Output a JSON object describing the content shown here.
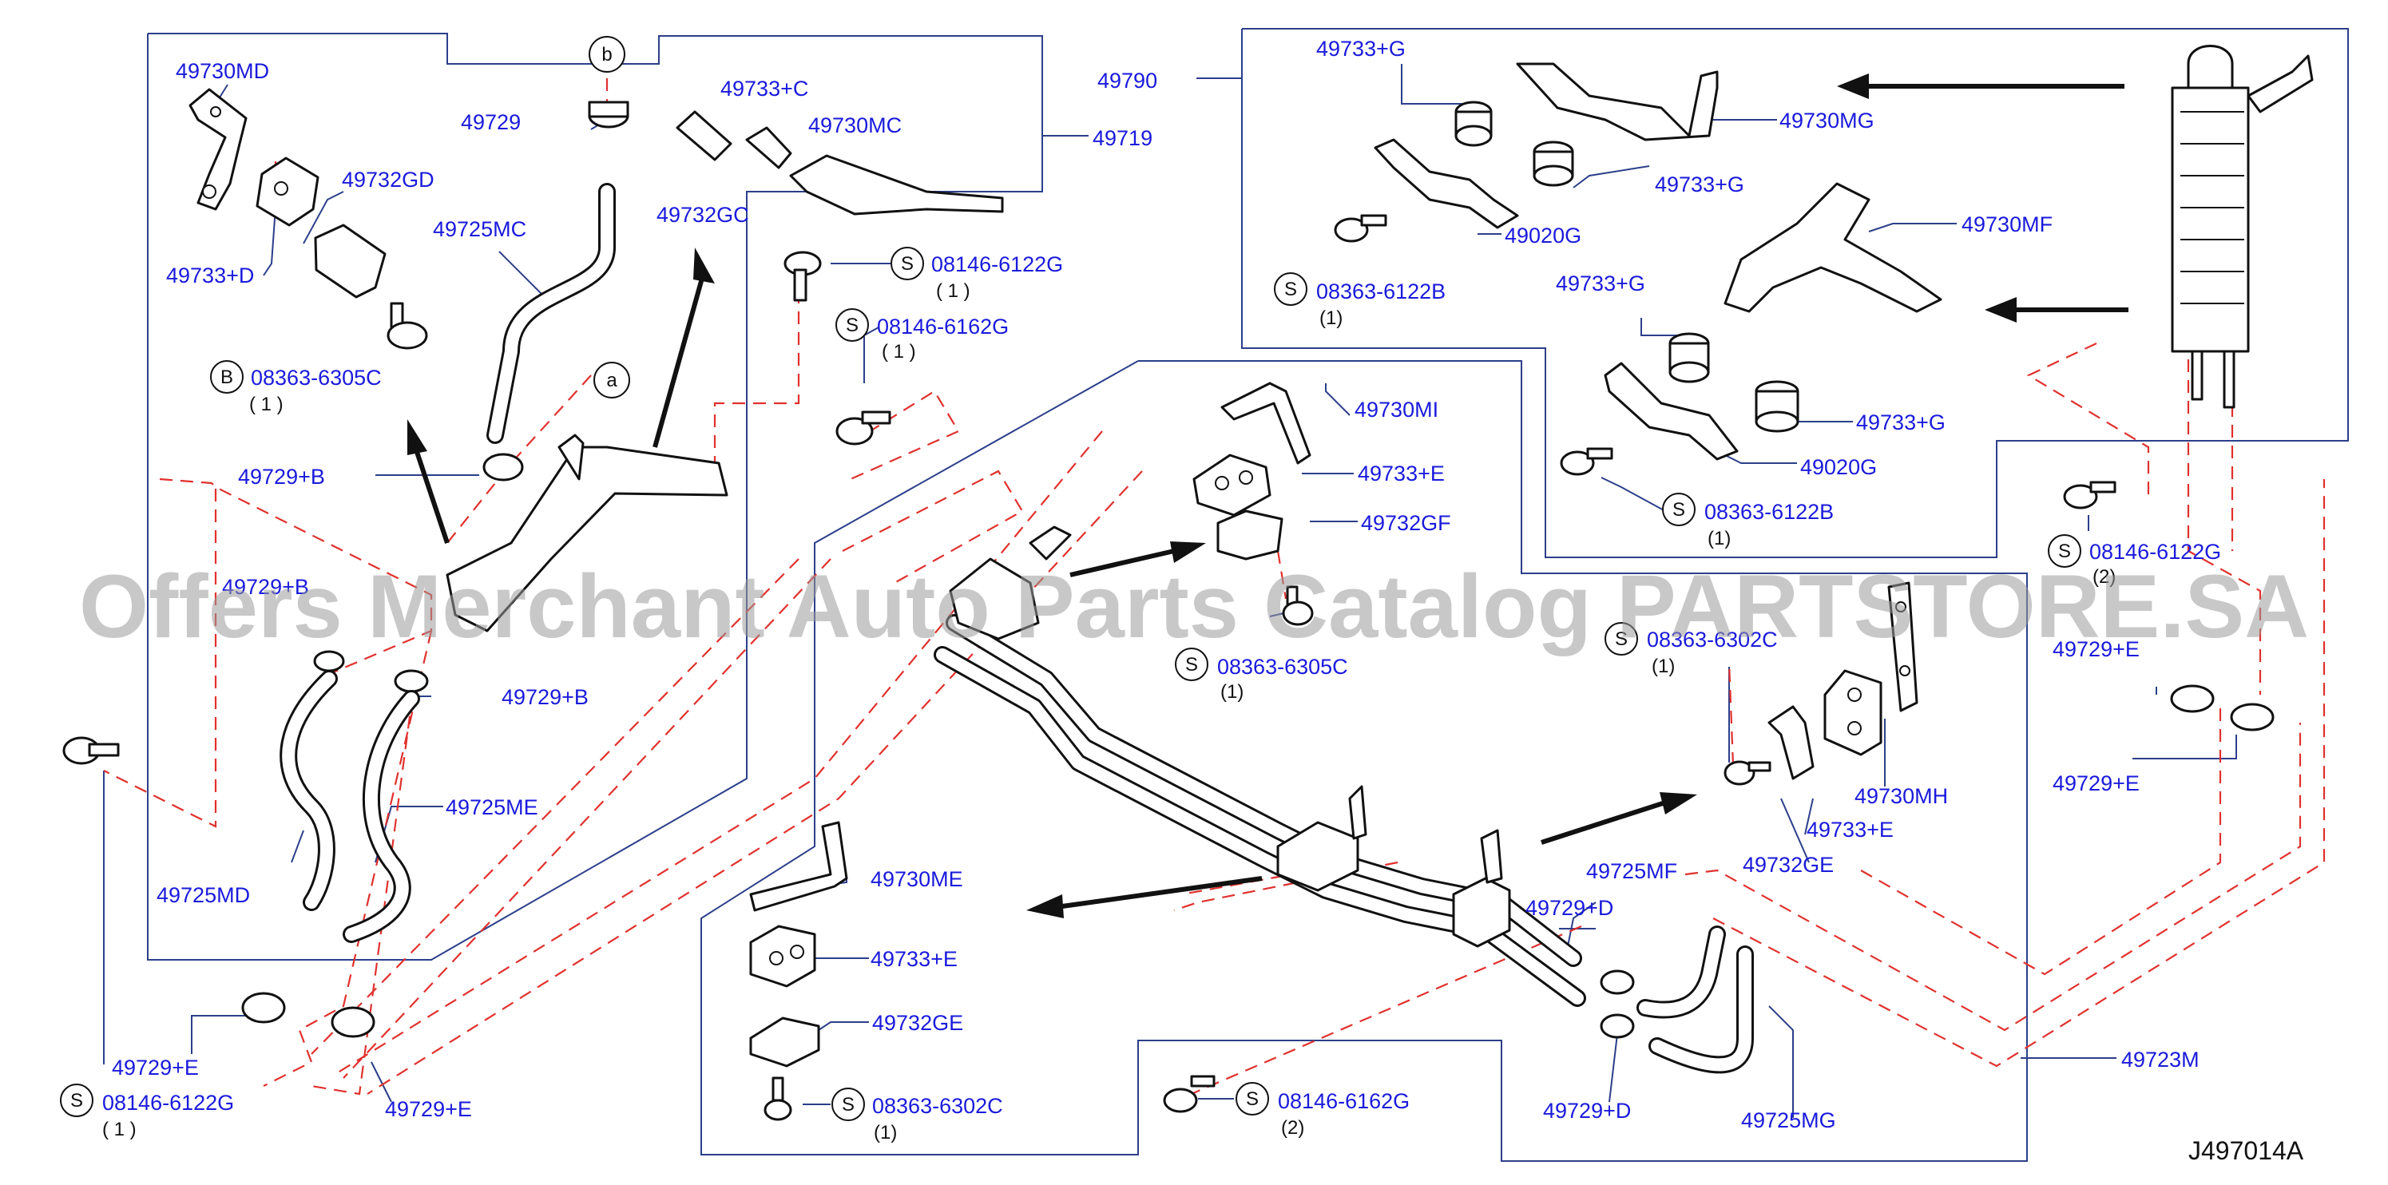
{
  "diagram": {
    "code": "J497014A",
    "watermark": "Offers Merchant Auto Parts Catalog PARTSTORE.SA",
    "labels": {
      "l49730MD": "49730MD",
      "l49729": "49729",
      "l49733C": "49733+C",
      "l49730MC": "49730MC",
      "l49719": "49719",
      "l49732GD": "49732GD",
      "l49725MC": "49725MC",
      "l49732GC": "49732GC",
      "l49733D": "49733+D",
      "l08146_6122G_top": "08146-6122G",
      "l08146_6162G_top": "08146-6162G",
      "l08363_6305C_left": "08363-6305C",
      "l49729B_1": "49729+B",
      "l49729B_2": "49729+B",
      "l49729B_3": "49729+B",
      "l49725ME": "49725ME",
      "l49725MD": "49725MD",
      "l49729E_bl": "49729+E",
      "l08146_6122G_bl": "08146-6122G",
      "l49729E_bm": "49729+E",
      "l49790": "49790",
      "l49733G_1": "49733+G",
      "l49730MG": "49730MG",
      "l49733G_2": "49733+G",
      "l49020G_1": "49020G",
      "l49730MF": "49730MF",
      "l08363_6122B_1": "08363-6122B",
      "l49733G_3": "49733+G",
      "l49733G_4": "49733+G",
      "l49020G_2": "49020G",
      "l08363_6122B_2": "08363-6122B",
      "l49730MI": "49730MI",
      "l49733E_1": "49733+E",
      "l49732GF": "49732GF",
      "l08363_6305C_mid": "08363-6305C",
      "l08363_6302C_right": "08363-6302C",
      "l49730MH": "49730MH",
      "l49733E_2": "49733+E",
      "l49732GE_1": "49732GE",
      "l49725MF": "49725MF",
      "l49729D_1": "49729+D",
      "l49730ME": "49730ME",
      "l49733E_3": "49733+E",
      "l49732GE_2": "49732GE",
      "l08363_6302C_bottom": "08363-6302C",
      "l08146_6162G_bottom": "08146-6162G",
      "l49729D_2": "49729+D",
      "l49725MG": "49725MG",
      "l49723M": "49723M",
      "l08146_6122G_right": "08146-6122G",
      "l49729E_r1": "49729+E",
      "l49729E_r2": "49729+E"
    },
    "quantities": {
      "q1": "( 1 )",
      "q2": "( 1 )",
      "q3": "( 1 )",
      "q4": "( 1 )",
      "q5": "(1)",
      "q6": "(1)",
      "q7": "(1)",
      "q8": "(1)",
      "q9": "(1)",
      "q10": "(2)",
      "q11": "(2)"
    },
    "callouts": {
      "b": "b",
      "a": "a",
      "B": "B",
      "S": "S"
    }
  }
}
